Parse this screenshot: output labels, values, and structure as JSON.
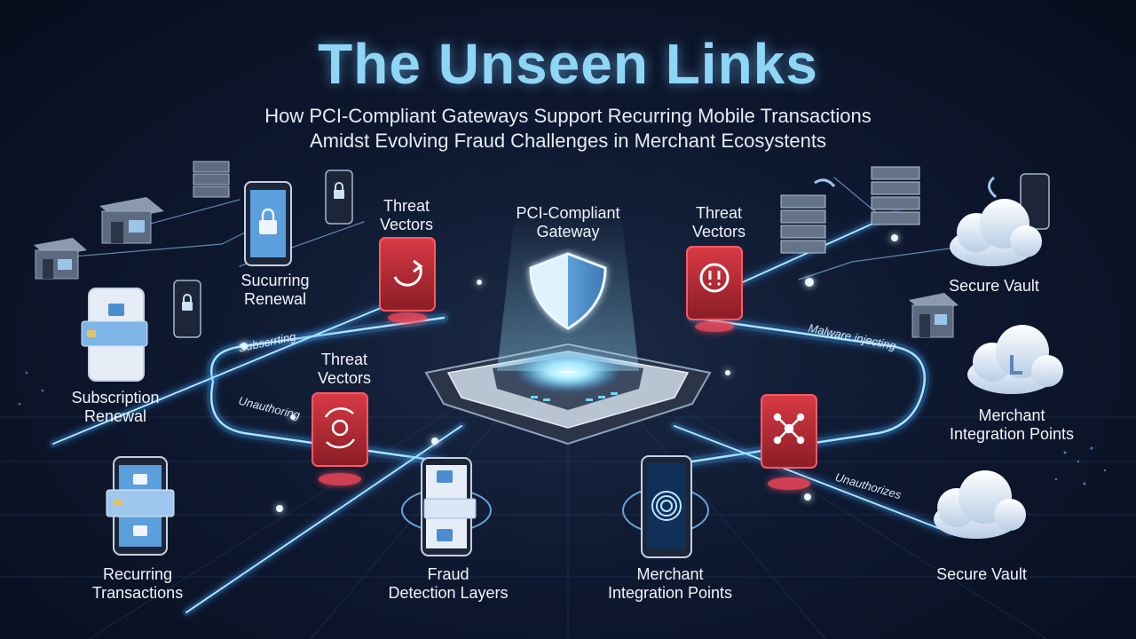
{
  "header": {
    "title": "The Unseen Links",
    "subtitle_line1": "How PCI-Compliant Gateways Support Recurring Mobile Transactions",
    "subtitle_line2": "Amidst Evolving Fraud Challenges in Merchant Ecosystents"
  },
  "center": {
    "line1": "PCI-Compliant",
    "line2": "Gateway"
  },
  "threats": {
    "left_top": {
      "line1": "Threat",
      "line2": "Vectors"
    },
    "right_top": {
      "line1": "Threat",
      "line2": "Vectors"
    },
    "left_mid": {
      "line1": "Threat",
      "line2": "Vectors"
    }
  },
  "labels": {
    "securing_renewal": {
      "line1": "Sucurring",
      "line2": "Renewal"
    },
    "subscription_renewal": {
      "line1": "Subscription",
      "line2": "Renewal"
    },
    "recurring_transactions": {
      "line1": "Recurring",
      "line2": "Transactions"
    },
    "fraud_detection": {
      "line1": "Fraud",
      "line2": "Detection Layers"
    },
    "merchant_bottom": {
      "line1": "Merchant",
      "line2": "Integration Points"
    },
    "secure_vault_top": "Secure Vault",
    "merchant_right": {
      "line1": "Merchant",
      "line2": "Integration Points"
    },
    "secure_vault_bottom": "Secure Vault"
  },
  "path_tags": {
    "subscribing": "Subscrrting",
    "unauthorizing": "Unauthoring",
    "malware": "Malware injecting",
    "unauthorizes": "Unauthorizes"
  },
  "colors": {
    "accent": "#8fd6f5",
    "circuit": "#5fb8ff",
    "threat": "#c2323d",
    "background": "#0e1830"
  }
}
